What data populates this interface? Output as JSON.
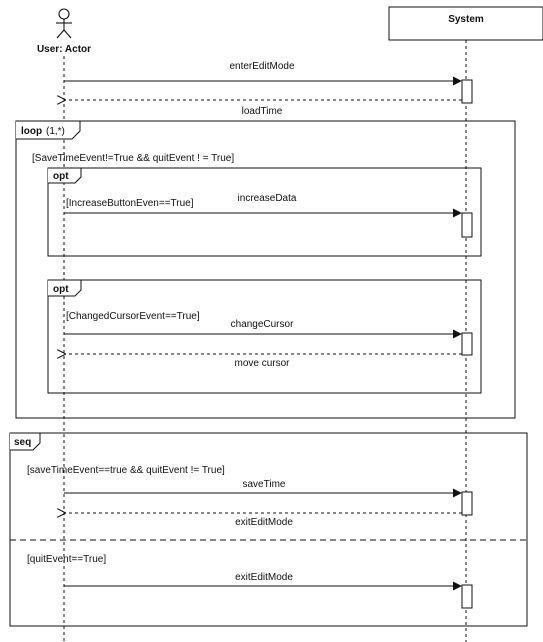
{
  "participants": {
    "actor_label": "User: Actor",
    "system_label": "System"
  },
  "messages": {
    "enter_edit_mode": "enterEditMode",
    "load_time": "loadTime",
    "increase_data": "increaseData",
    "change_cursor": "changeCursor",
    "move_cursor": "move cursor",
    "save_time": "saveTime",
    "exit_edit_mode_1": "exitEditMode",
    "exit_edit_mode_2": "exitEditMode"
  },
  "fragments": {
    "loop": {
      "keyword": "loop",
      "args": "(1,*)",
      "guard": "[SaveTimeEvent!=True && quitEvent ! = True]"
    },
    "opt1": {
      "keyword": "opt",
      "guard": "[IncreaseButtonEven==True]"
    },
    "opt2": {
      "keyword": "opt",
      "guard": "[ChangedCursorEvent==True]"
    },
    "seq": {
      "keyword": "seq",
      "guard_1": "[saveTimeEvent==true && quitEvent != True]",
      "guard_2": "[quitEvent==True]"
    }
  }
}
